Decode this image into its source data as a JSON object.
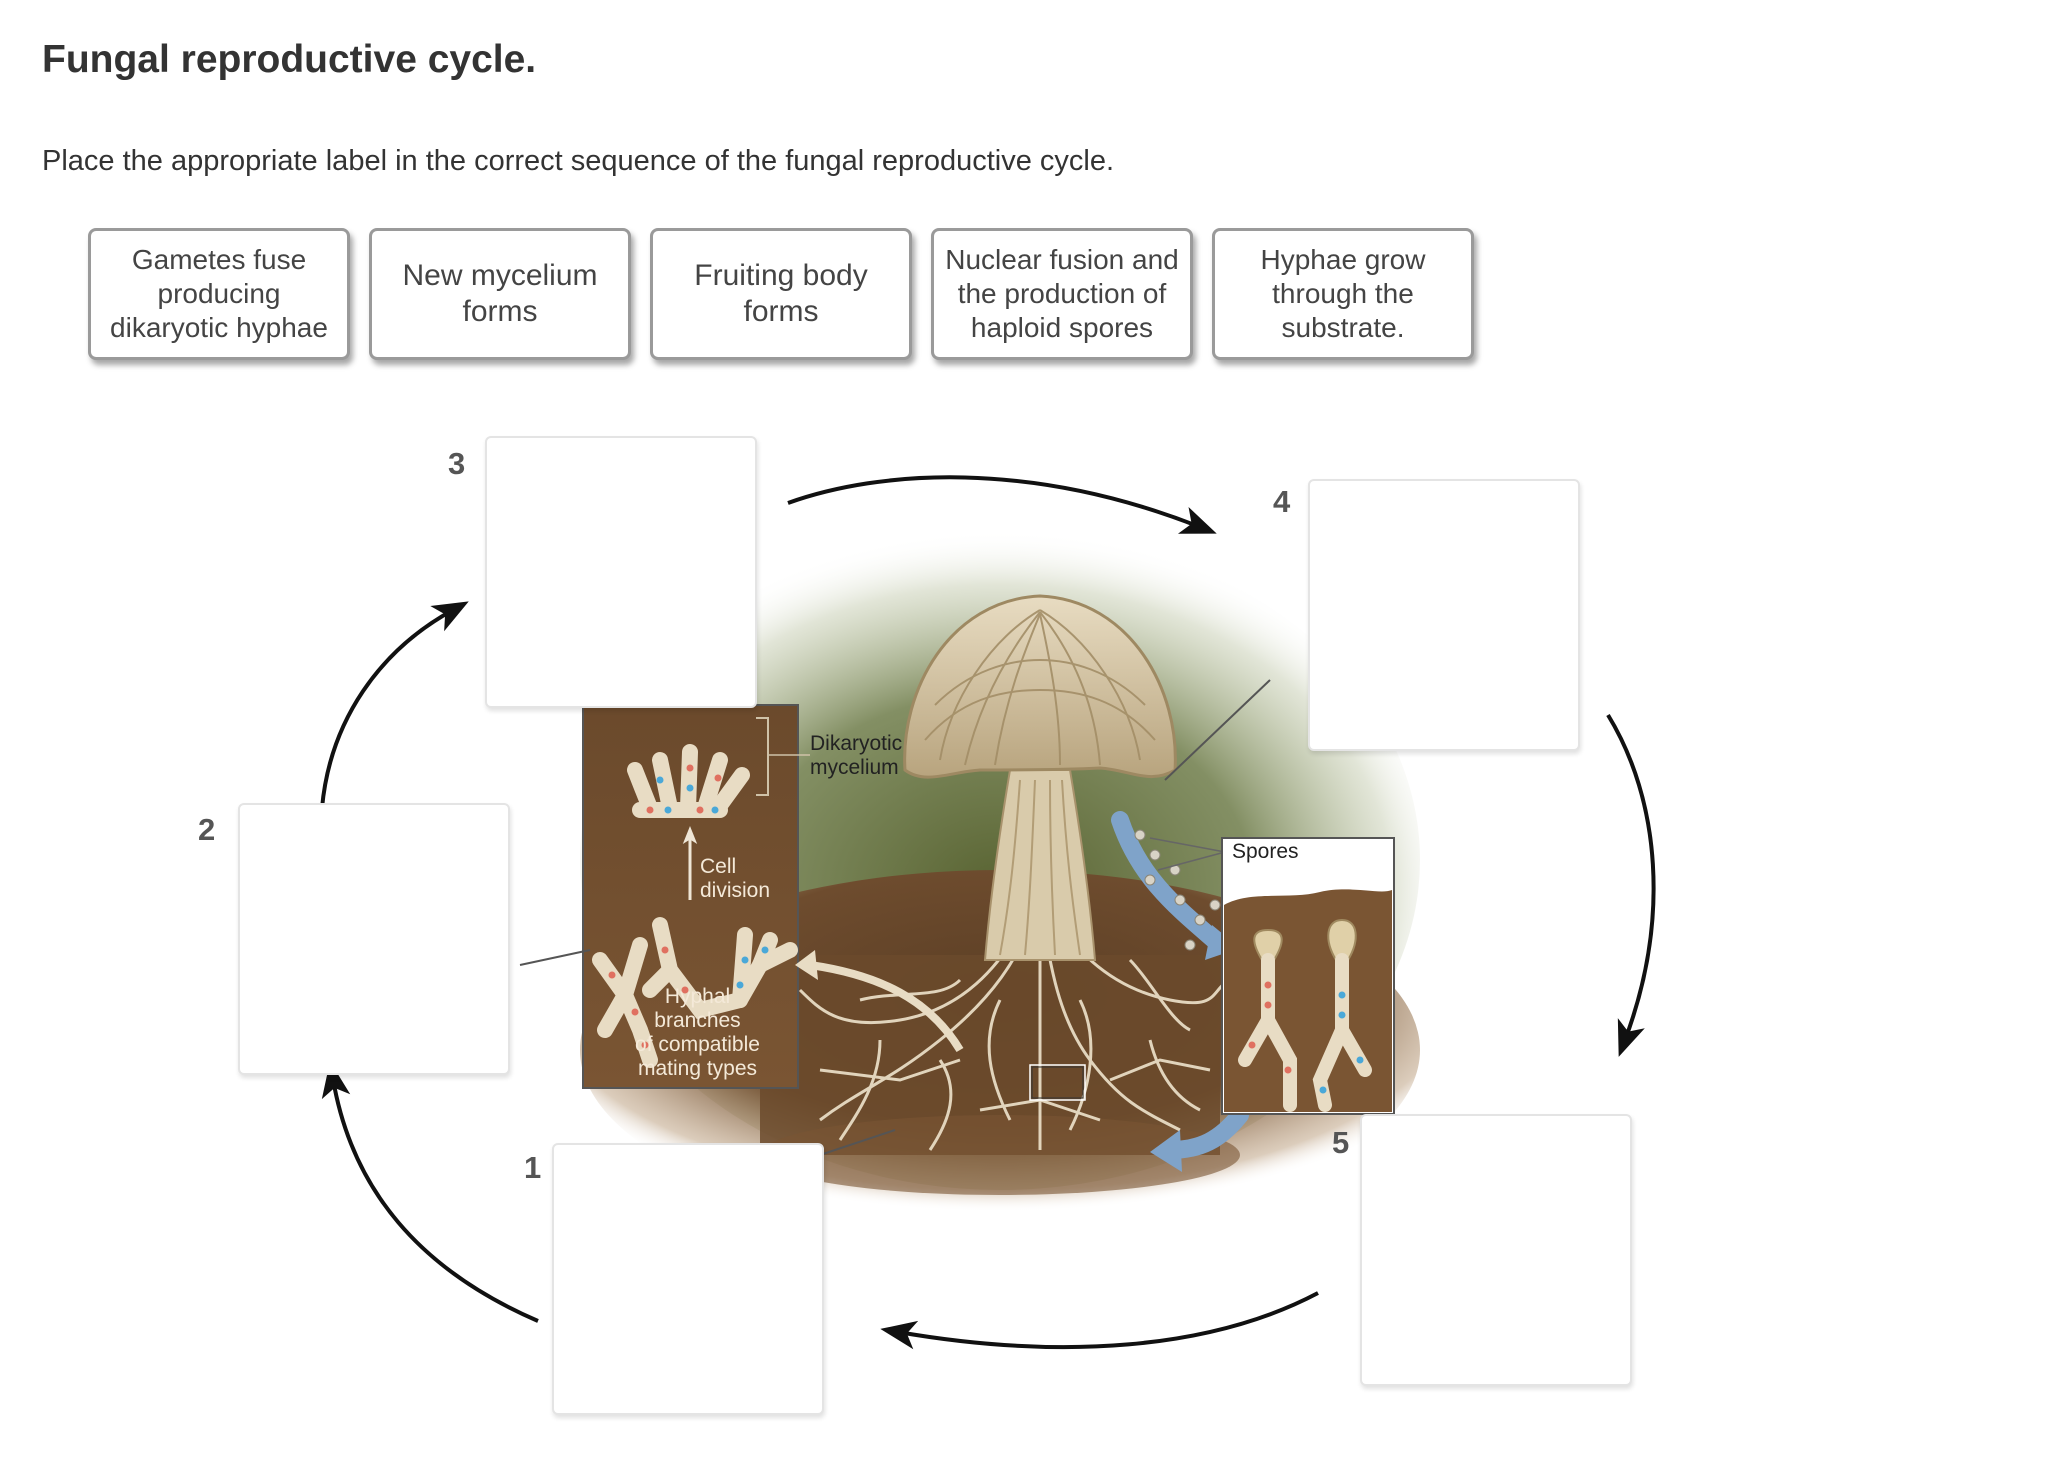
{
  "title": "Fungal reproductive cycle.",
  "instructions": "Place the appropriate label in the correct sequence of the fungal reproductive cycle.",
  "labels": [
    {
      "line1": "Gametes fuse",
      "line2": "producing",
      "line3": "dikaryotic hyphae"
    },
    {
      "line1": "New mycelium",
      "line2": "forms"
    },
    {
      "line1": "Fruiting body",
      "line2": "forms"
    },
    {
      "line1": "Nuclear fusion and",
      "line2": "the production of",
      "line3": "haploid spores"
    },
    {
      "line1": "Hyphae grow",
      "line2": "through the",
      "line3": "substrate."
    }
  ],
  "drop_zones": [
    {
      "number": "1"
    },
    {
      "number": "2"
    },
    {
      "number": "3"
    },
    {
      "number": "4"
    },
    {
      "number": "5"
    }
  ],
  "figure": {
    "dikaryotic": {
      "line1": "Dikaryotic",
      "line2": "mycelium"
    },
    "cell_division": {
      "line1": "Cell",
      "line2": "division"
    },
    "hyphal": {
      "line1": "Hyphal",
      "line2": "branches",
      "line3": "of compatible",
      "line4": "mating types"
    },
    "spores": "Spores"
  },
  "colors": {
    "soil": "#6b4a2c",
    "hyphae": "#e8dcc4",
    "blue_arrow": "#7fa3c9",
    "nucleus_red": "#e07060",
    "nucleus_blue": "#4aa8d8"
  }
}
